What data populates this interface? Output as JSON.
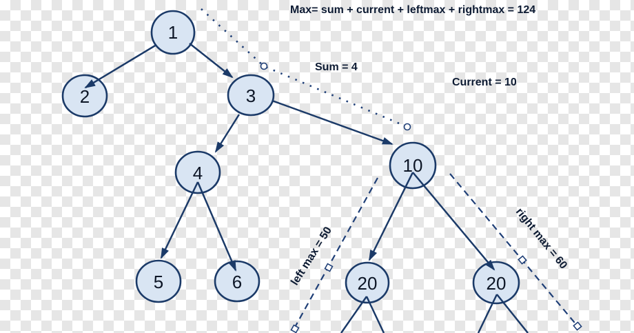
{
  "diagram": {
    "description": "Binary tree showing maximum path sum calculation",
    "annotations": {
      "max_formula": "Max= sum + current + leftmax + rightmax = 124",
      "sum": "Sum = 4",
      "current": "Current = 10",
      "left_max": "left max = 50",
      "right_max": "right max = 60"
    },
    "nodes": [
      {
        "name": "node-1",
        "value": "1"
      },
      {
        "name": "node-2",
        "value": "2"
      },
      {
        "name": "node-3",
        "value": "3"
      },
      {
        "name": "node-4",
        "value": "4"
      },
      {
        "name": "node-5",
        "value": "5"
      },
      {
        "name": "node-6",
        "value": "6"
      },
      {
        "name": "node-10",
        "value": "10"
      },
      {
        "name": "node-20-left",
        "value": "20"
      },
      {
        "name": "node-20-right",
        "value": "20"
      }
    ],
    "tree": {
      "edges": [
        {
          "from": "1",
          "to": "2"
        },
        {
          "from": "1",
          "to": "3"
        },
        {
          "from": "3",
          "to": "4"
        },
        {
          "from": "3",
          "to": "10"
        },
        {
          "from": "4",
          "to": "5"
        },
        {
          "from": "4",
          "to": "6"
        },
        {
          "from": "10",
          "to": "20 (left)"
        },
        {
          "from": "10",
          "to": "20 (right)"
        }
      ]
    },
    "colors": {
      "node_fill": "#d9e5f3",
      "node_stroke": "#1b3a68",
      "edge_color": "#1b3a68",
      "guide_color": "#1f3f77",
      "text_color": "#0d1b33",
      "checker_light": "#ffffff",
      "checker_dark": "#e6e6e6"
    }
  }
}
